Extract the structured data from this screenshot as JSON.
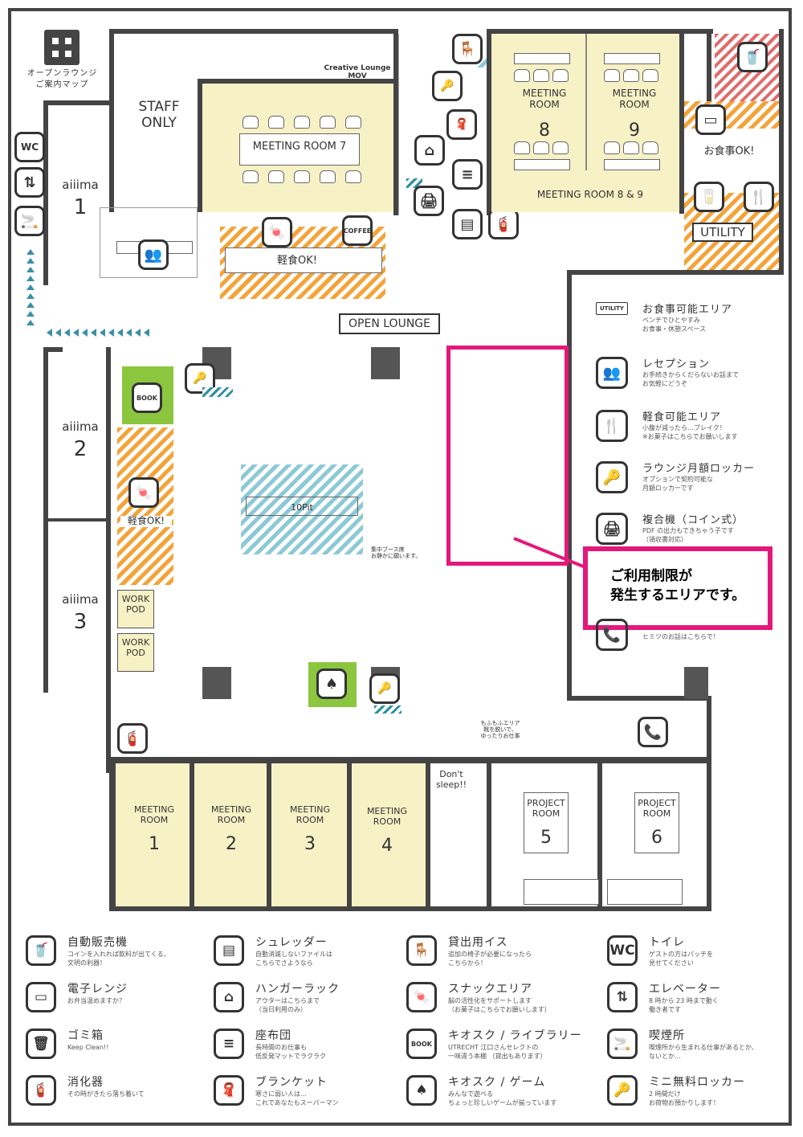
{
  "header": {
    "title_line1": "オープンラウンジ",
    "title_line2": "ご案内マップ",
    "brand": "Creative Lounge MOV"
  },
  "rooms": {
    "staff": "STAFF\nONLY",
    "meeting7": "MEETING ROOM 7",
    "meeting8a": "MEETING\nROOM",
    "meeting8b": "8",
    "meeting9a": "MEETING\nROOM",
    "meeting9b": "9",
    "meeting89": "MEETING ROOM 8 & 9",
    "utility": "UTILITY",
    "aiiima1a": "aiiima",
    "aiiima1b": "1",
    "aiiima2a": "aiiima",
    "aiiima2b": "2",
    "aiiima3a": "aiiima",
    "aiiima3b": "3",
    "open_lounge": "OPEN LOUNGE",
    "snack_top": "軽食OK!",
    "snack_left": "軽食OK!",
    "meal_ok": "お食事OK!",
    "pit": "10Pit",
    "pit_note": "集中ブース席\nお静かに願います。",
    "workpod1": "WORK\nPOD",
    "workpod2": "WORK\nPOD",
    "mofu_note": "もふもふエリア\n靴を脱いで、\nゆったりお仕事",
    "dont_sleep": "Don't\nsleep!!",
    "m1a": "MEETING\nROOM",
    "m1b": "1",
    "m2a": "MEETING\nROOM",
    "m2b": "2",
    "m3a": "MEETING\nROOM",
    "m3b": "3",
    "m4a": "MEETING\nROOM",
    "m4b": "4",
    "p5a": "PROJECT\nROOM",
    "p5b": "5",
    "p6a": "PROJECT\nROOM",
    "p6b": "6",
    "coffee": "COFFEE",
    "book": "BOOK",
    "wc": "WC"
  },
  "callout": {
    "line1": "ご利用制限が",
    "line2": "発生するエリアです。",
    "color": "#e2197a"
  },
  "side_legend": [
    {
      "icon": "UTILITY",
      "title": "お食事可能エリア",
      "desc": "ベンチでひとやすみ\nお食事・休憩スペース"
    },
    {
      "icon": "👥",
      "title": "レセプション",
      "desc": "お手続きからくだらないお話まで\nお気軽にどうぞ"
    },
    {
      "icon": "🍴",
      "title": "軽食可能エリア",
      "desc": "小腹が減ったら…ブレイク！\n※お菓子はこちらでお願いします"
    },
    {
      "icon": "🔑",
      "title": "ラウンジ月額ロッカー",
      "desc": "オプションで契約可能な\n月額ロッカーです"
    },
    {
      "icon": "🖨",
      "title": "複合機（コイン式）",
      "desc": "PDF の出力もできちゃう子です\n（領収書対応）"
    },
    {
      "icon": "📞",
      "title": "",
      "desc": "ヒミツのお話はこちらで！"
    }
  ],
  "legend": [
    {
      "icon": "🥤",
      "title": "自動販売機",
      "desc": "コインを入れれば飲料が出てくる、\n文明の利器！"
    },
    {
      "icon": "▤",
      "title": "シュレッダー",
      "desc": "自動消滅しないファイルは\nこちらでさようなら"
    },
    {
      "icon": "🪑",
      "title": "貸出用イス",
      "desc": "追加の椅子が必要になったら\nこちらから！"
    },
    {
      "icon": "WC",
      "title": "トイレ",
      "desc": "ゲストの方はパッチを\n見せてください"
    },
    {
      "icon": "▭",
      "title": "電子レンジ",
      "desc": "お弁当温めますか？"
    },
    {
      "icon": "⌂",
      "title": "ハンガーラック",
      "desc": "アウターはこちらまで\n（当日利用のみ）"
    },
    {
      "icon": "🍬",
      "title": "スナックエリア",
      "desc": "脳の活性化をサポートします\n（お菓子はこちらでお願いします）"
    },
    {
      "icon": "⇅",
      "title": "エレベーター",
      "desc": "8 時から 23 時まで動く\n働き者です"
    },
    {
      "icon": "🗑",
      "title": "ゴミ箱",
      "desc": "Keep Clean!!"
    },
    {
      "icon": "≡",
      "title": "座布団",
      "desc": "長時間のお仕事も\n低反発マットでラクラク"
    },
    {
      "icon": "BOOK",
      "title": "キオスク / ライブラリー",
      "desc": "UTRECHT 江口さんセレクトの\n一味違う本棚 （貸出もあります）"
    },
    {
      "icon": "🚬",
      "title": "喫煙所",
      "desc": "喫煙所から生まれる仕事があるとか、\nないとか…"
    },
    {
      "icon": "🧯",
      "title": "消化器",
      "desc": "その時がきたら落ち着いて"
    },
    {
      "icon": "🧣",
      "title": "ブランケット",
      "desc": "寒さに弱い人は…\nこれであなたもスーパーマン"
    },
    {
      "icon": "♠",
      "title": "キオスク / ゲーム",
      "desc": "みんなで遊べる\nちょっと珍しいゲームが揃っています"
    },
    {
      "icon": "🔑",
      "title": "ミニ無料ロッカー",
      "desc": "2 時間だけ\nお荷物お預かりします！"
    }
  ]
}
